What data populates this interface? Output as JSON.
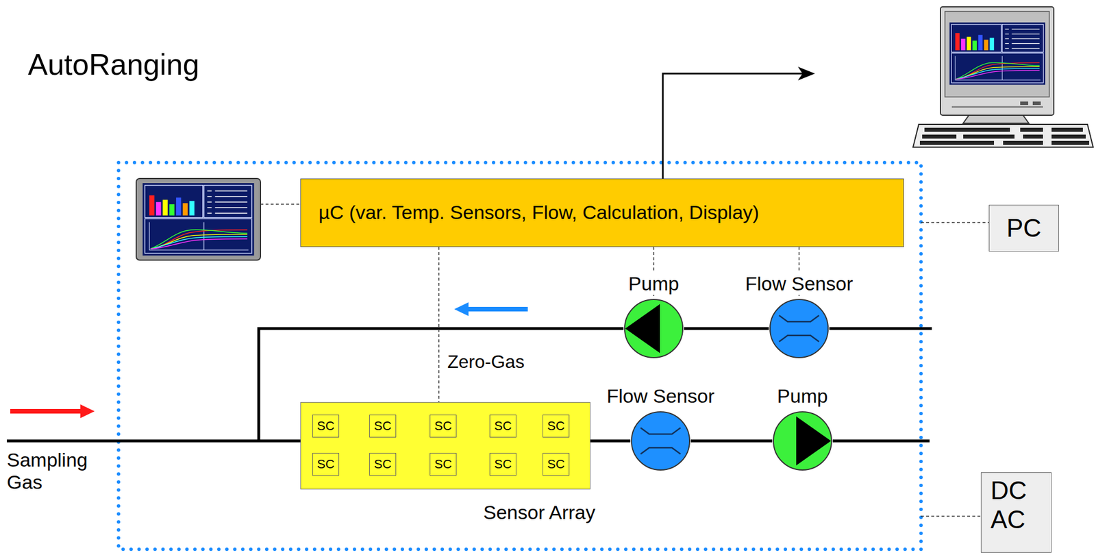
{
  "diagram": {
    "title": "AutoRanging",
    "nodes": [
      {
        "text": [
          "µC (var. Temp. Sensors, Flow, Calculation, Display)"
        ]
      },
      {
        "text": [
          "PC"
        ]
      },
      {
        "text": [
          "Pump"
        ]
      },
      {
        "text": [
          "Flow Sensor"
        ]
      },
      {
        "text": [
          "Flow Sensor"
        ]
      },
      {
        "text": [
          "Pump"
        ]
      },
      {
        "text": [
          "Sensor Array"
        ]
      },
      {
        "text": [
          "SC"
        ],
        "in": 6
      },
      {
        "text": [
          "SC"
        ],
        "in": 6
      },
      {
        "text": [
          "SC"
        ],
        "in": 6
      },
      {
        "text": [
          "SC"
        ],
        "in": 6
      },
      {
        "text": [
          "SC"
        ],
        "in": 6
      },
      {
        "text": [
          "SC"
        ],
        "in": 6
      },
      {
        "text": [
          "SC"
        ],
        "in": 6
      },
      {
        "text": [
          "SC"
        ],
        "in": 6
      },
      {
        "text": [
          "SC"
        ],
        "in": 6
      },
      {
        "text": [
          "SC"
        ],
        "in": 6
      },
      {
        "text": [
          "DC AC"
        ]
      }
    ],
    "edges": [
      {
        "from": 0,
        "to": 6,
        "arrow": "none"
      },
      {
        "from": 0,
        "to": 2,
        "arrow": "none"
      },
      {
        "from": 0,
        "to": 3,
        "arrow": "none"
      },
      {
        "from": 2,
        "to": 3,
        "arrow": "none"
      },
      {
        "from": 6,
        "to": 4,
        "arrow": "none"
      },
      {
        "from": 4,
        "to": 5,
        "arrow": "none"
      }
    ],
    "labels": [
      "Sampling Gas",
      "Zero-Gas"
    ]
  }
}
